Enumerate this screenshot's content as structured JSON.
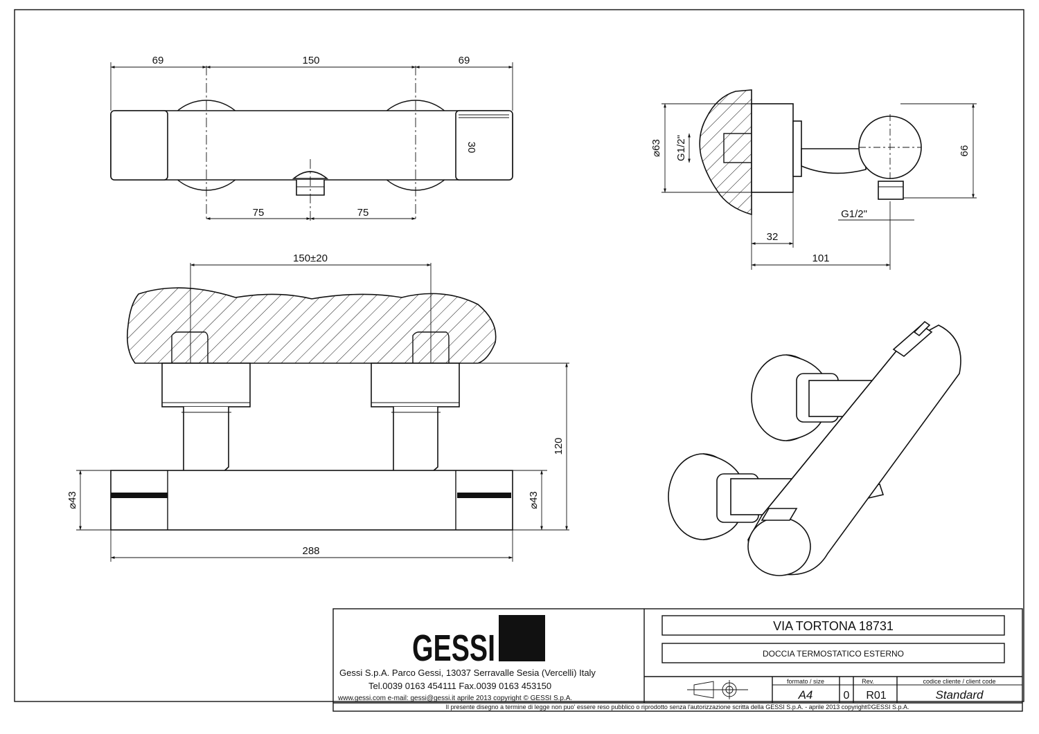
{
  "dimensions": {
    "top_view": {
      "left": "69",
      "middle": "150",
      "right": "69",
      "height": "30",
      "lower_left": "75",
      "lower_right": "75"
    },
    "side_view": {
      "diameter": "⌀63",
      "thread_left": "G1/2\"",
      "height": "66",
      "thread_bottom": "G1/2\"",
      "depth_a": "32",
      "depth_b": "101"
    },
    "front_view": {
      "spacing": "150±20",
      "height": "120",
      "dia_left": "⌀43",
      "dia_right": "⌀43",
      "length": "288"
    }
  },
  "title_block": {
    "logo": "GESSI",
    "company_line": "Gessi S.p.A. Parco Gessi, 13037 Serravalle Sesia (Vercelli) Italy",
    "contact_line": "Tel.0039  0163  454111  Fax.0039  0163  453150",
    "web_line": "www.gessi.com   e-mail:  gessi@gessi.it      aprile  2013     copyright © GESSI  S.p.A.",
    "product_name": "VIA TORTONA  18731",
    "product_desc": "DOCCIA TERMOSTATICO ESTERNO",
    "format_label": "formato  /  size",
    "format_value": "A4",
    "rev_label": "Rev.",
    "rev_number": "0",
    "rev_value": "R01",
    "client_label": "codice  cliente  /  client  code",
    "client_value": "Standard",
    "legal_notice": "Il  presente  disegno  a  termine  di  legge  non  puo'  essere  reso  pubblico  o  riprodotto  senza  l'autorizzazione  scritta  della  GESSI  S.p.A.  -  aprile  2013    copyright©GESSI  S.p.A."
  }
}
